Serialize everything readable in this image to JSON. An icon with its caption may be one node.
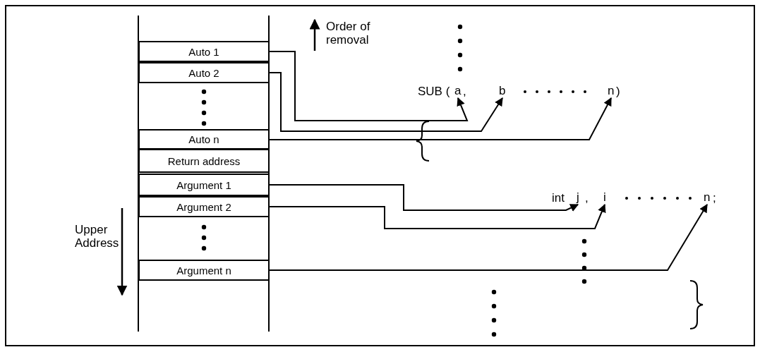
{
  "diagram": {
    "nodes": [
      {
        "text": [
          "Auto 1"
        ]
      },
      {
        "text": [
          "Auto 2"
        ]
      },
      {
        "text": [
          "Auto n"
        ]
      },
      {
        "text": [
          "Return address"
        ]
      },
      {
        "text": [
          "Argument 1"
        ]
      },
      {
        "text": [
          "Argument 2"
        ]
      },
      {
        "text": [
          "Argument n"
        ]
      },
      {
        "text": [
          "a"
        ]
      },
      {
        "text": [
          "b"
        ]
      },
      {
        "text": [
          "n"
        ]
      },
      {
        "text": [
          "j"
        ]
      },
      {
        "text": [
          "i"
        ]
      },
      {
        "text": [
          "n"
        ]
      }
    ],
    "edges": [
      {
        "from": 0,
        "to": 7,
        "arrow": "to"
      },
      {
        "from": 1,
        "to": 8,
        "arrow": "to"
      },
      {
        "from": 2,
        "to": 9,
        "arrow": "to"
      },
      {
        "from": 4,
        "to": 10,
        "arrow": "to"
      },
      {
        "from": 5,
        "to": 11,
        "arrow": "to"
      },
      {
        "from": 6,
        "to": 12,
        "arrow": "to"
      }
    ],
    "labels": [
      "Order of removal",
      "SUB (",
      ",",
      ")",
      "int",
      ",",
      ";",
      "Upper Address"
    ]
  }
}
